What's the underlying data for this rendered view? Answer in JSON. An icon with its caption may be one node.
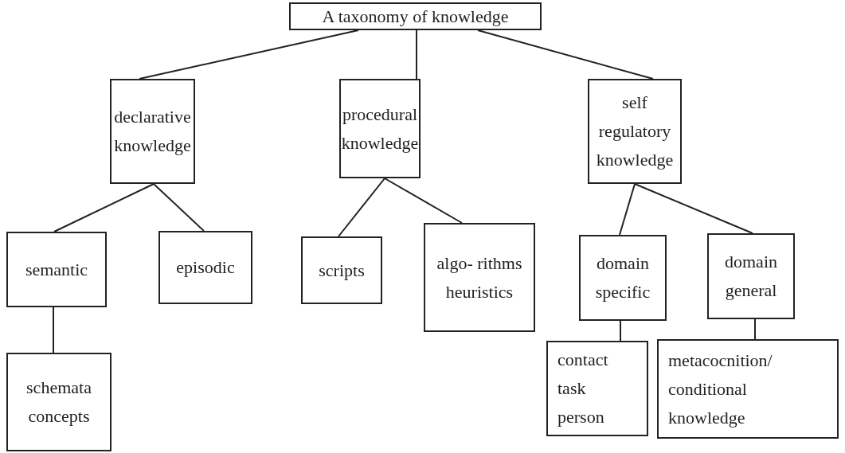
{
  "diagram": {
    "nodes": [
      {
        "text": [
          "A taxonomy of knowledge"
        ]
      },
      {
        "text": [
          "declarative knowledge"
        ]
      },
      {
        "text": [
          "procedural knowledge"
        ]
      },
      {
        "text": [
          "self regulatory knowledge"
        ]
      },
      {
        "text": [
          "semantic"
        ]
      },
      {
        "text": [
          "episodic"
        ]
      },
      {
        "text": [
          "scripts"
        ]
      },
      {
        "text": [
          "algo- rithms heuristics"
        ]
      },
      {
        "text": [
          "domain specific"
        ]
      },
      {
        "text": [
          "domain general"
        ]
      },
      {
        "text": [
          "schemata concepts"
        ]
      },
      {
        "text": [
          "contact task person"
        ]
      },
      {
        "text": [
          "metacocnition/ conditional knowledge"
        ]
      }
    ],
    "edges": [
      {
        "from": 0,
        "to": 1,
        "arrow": "none"
      },
      {
        "from": 0,
        "to": 2,
        "arrow": "none"
      },
      {
        "from": 0,
        "to": 3,
        "arrow": "none"
      },
      {
        "from": 1,
        "to": 4,
        "arrow": "none"
      },
      {
        "from": 1,
        "to": 5,
        "arrow": "none"
      },
      {
        "from": 2,
        "to": 6,
        "arrow": "none"
      },
      {
        "from": 2,
        "to": 7,
        "arrow": "none"
      },
      {
        "from": 3,
        "to": 8,
        "arrow": "none"
      },
      {
        "from": 3,
        "to": 9,
        "arrow": "none"
      },
      {
        "from": 4,
        "to": 10,
        "arrow": "none"
      },
      {
        "from": 8,
        "to": 11,
        "arrow": "none"
      },
      {
        "from": 9,
        "to": 12,
        "arrow": "none"
      }
    ]
  }
}
